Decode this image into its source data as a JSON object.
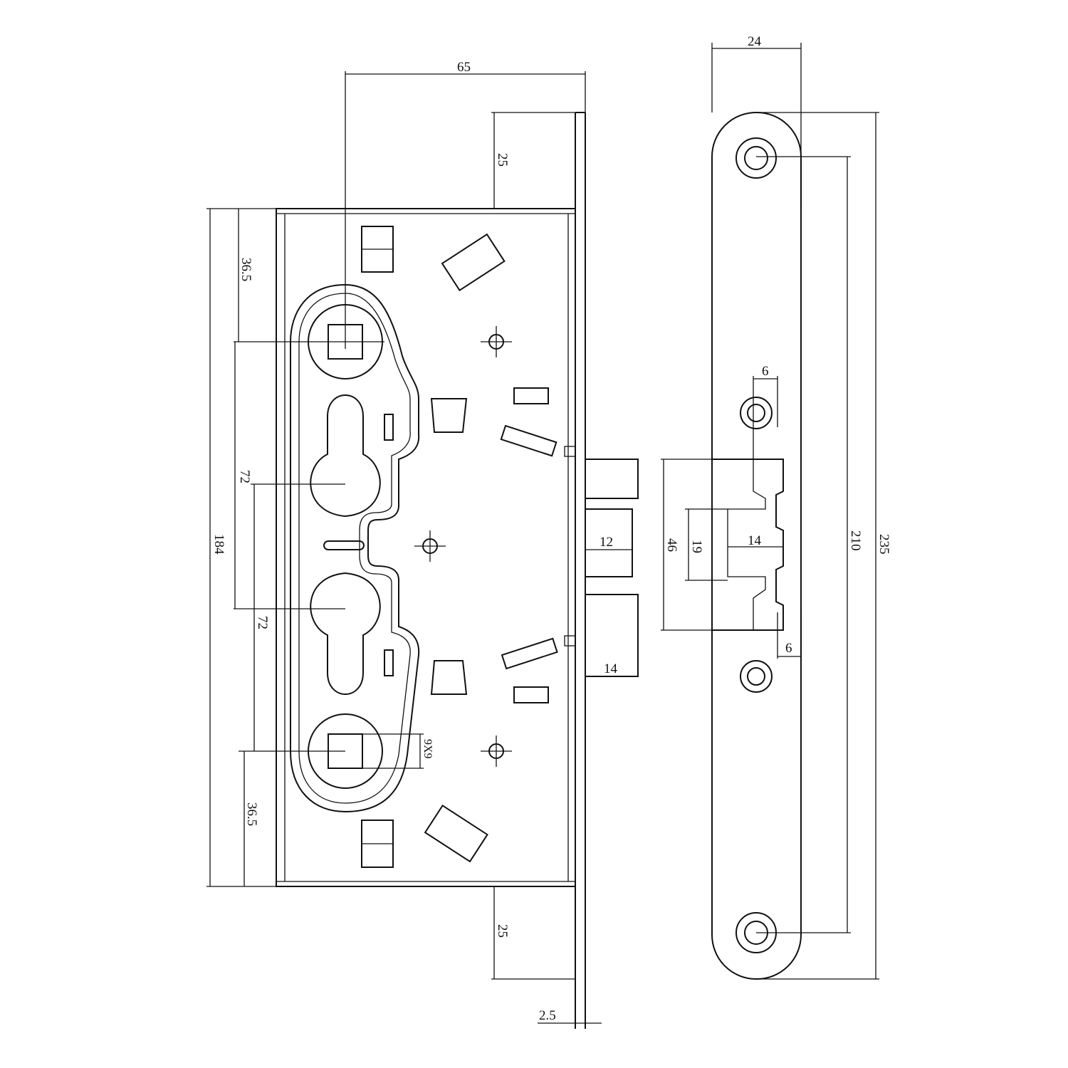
{
  "dimensions": {
    "overall_width": "65",
    "top_offset": "25",
    "bottom_offset": "25",
    "body_height": "184",
    "top_to_spindle": "36.5",
    "spindle_to_cylinder_upper": "72",
    "cylinder_to_spindle_lower": "72",
    "bottom_to_spindle": "36.5",
    "spindle_square": "9X9",
    "faceplate_thickness": "2.5",
    "latch_width": "12",
    "deadbolt_width": "14",
    "strike_width": "24",
    "strike_top_offset": "6",
    "strike_opening_height": "46",
    "strike_inner_opening": "19",
    "strike_opening_depth": "14",
    "strike_bottom_offset": "6",
    "strike_hole_spacing": "210",
    "strike_length": "235"
  }
}
